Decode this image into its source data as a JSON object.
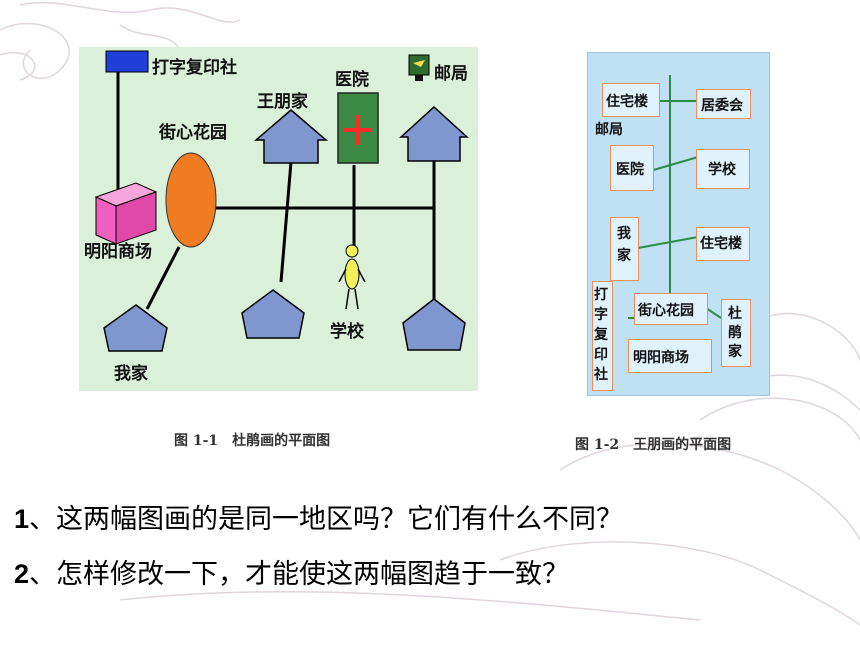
{
  "figure1": {
    "labels": {
      "print_shop": "打字复印社",
      "hospital": "医院",
      "post_office": "邮局",
      "wang_home": "王朋家",
      "garden": "街心花园",
      "mall": "明阳商场",
      "school": "学校",
      "my_home": "我家"
    },
    "caption": "图 1-1　杜鹃画的平面图",
    "colors": {
      "background": "#daf0d8",
      "print_shop": "#1f3fd8",
      "mall": "#f05fc0",
      "garden": "#f07b20",
      "hospital": "#3d8a45",
      "house": "#7f96cf"
    }
  },
  "figure2": {
    "labels": {
      "residence_top": "住宅楼",
      "post_office": "邮局",
      "committee": "居委会",
      "hospital": "医院",
      "school": "学校",
      "my_home": "我家",
      "residence_mid": "住宅楼",
      "print_shop": "打字复印社",
      "garden": "街心花园",
      "dujuan_home": "杜鹃家",
      "mall": "明阳商场"
    },
    "caption": "图 1-2　王朋画的平面图",
    "colors": {
      "background": "#bfe1f3",
      "line": "#2e8b4a",
      "box_border": "#e89060"
    }
  },
  "questions": [
    {
      "num": "1",
      "text": "、这两幅图画的是同一地区吗？它们有什么不同？"
    },
    {
      "num": "2",
      "text": "、怎样修改一下，才能使这两幅图趋于一致？"
    }
  ]
}
